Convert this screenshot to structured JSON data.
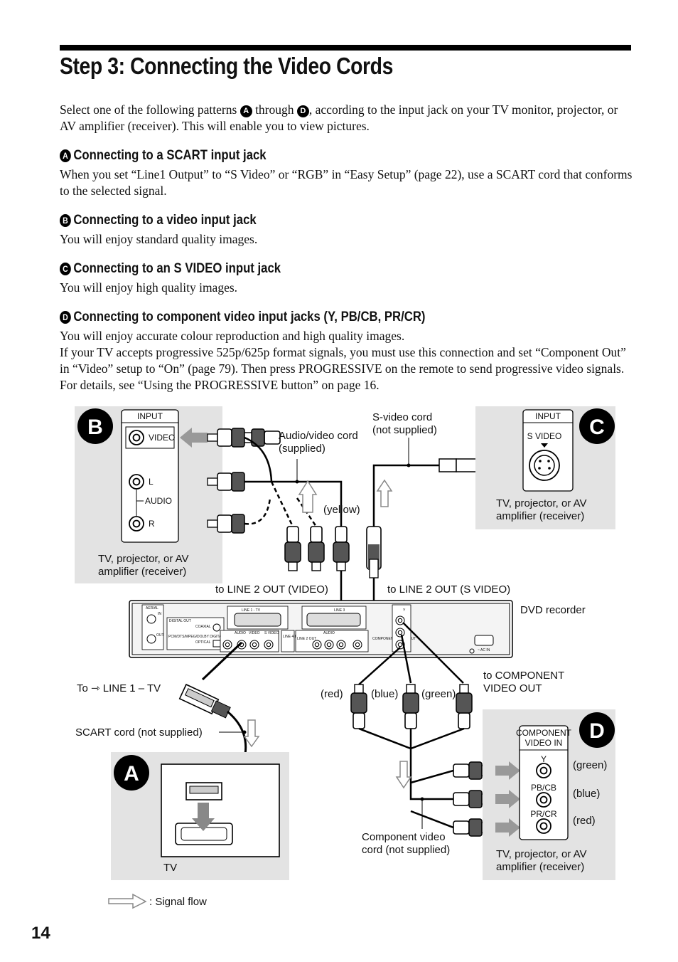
{
  "title": "Step 3: Connecting the Video Cords",
  "intro": {
    "part1": "Select one of the following patterns",
    "letter_a": "A",
    "part2": "through",
    "letter_d": "D",
    "part3": ", according to the input jack on your TV monitor, projector, or AV amplifier (receiver). This will enable you to view pictures."
  },
  "sections": [
    {
      "letter": "A",
      "heading": "Connecting to a SCART input jack",
      "text": "When you set “Line1 Output” to “S Video” or “RGB” in “Easy Setup” (page 22), use a SCART cord that conforms to the selected signal."
    },
    {
      "letter": "B",
      "heading": "Connecting to a video input jack",
      "text": "You will enjoy standard quality images."
    },
    {
      "letter": "C",
      "heading": "Connecting to an S VIDEO input jack",
      "text": "You will enjoy high quality images."
    },
    {
      "letter": "D",
      "heading": "Connecting to component video input jacks (Y, PB/CB, PR/CR)",
      "text1": "You will enjoy accurate colour reproduction and high quality images.",
      "text2": "If your TV accepts progressive 525p/625p format signals, you must use this connection and set “Component Out” in “Video” setup to “On” (page 79). Then press PROGRESSIVE on the remote to send progressive video signals. For details, see “Using the PROGRESSIVE button” on page 16."
    }
  ],
  "diagram": {
    "panel_b": {
      "letter": "B",
      "input_title": "INPUT",
      "video": "VIDEO",
      "l": "L",
      "audio": "AUDIO",
      "r": "R",
      "device": "TV, projector, or AV",
      "device2": "amplifier (receiver)"
    },
    "panel_c": {
      "letter": "C",
      "input_title": "INPUT",
      "svideo": "S VIDEO",
      "device": "TV, projector, or AV",
      "device2": "amplifier (receiver)"
    },
    "panel_a": {
      "letter": "A",
      "tv": "TV"
    },
    "panel_d": {
      "letter": "D",
      "comp1": "COMPONENT",
      "comp2": "VIDEO IN",
      "y": "Y",
      "pb": "PB/CB",
      "pr": "PR/CR",
      "green": "(green)",
      "blue": "(blue)",
      "red": "(red)",
      "device": "TV, projector, or AV",
      "device2": "amplifier (receiver)"
    },
    "labels": {
      "av_cord1": "Audio/video cord",
      "av_cord2": "(supplied)",
      "svideo_cord1": "S-video cord",
      "svideo_cord2": "(not supplied)",
      "yellow": "(yellow)",
      "line2_video": "to LINE 2 OUT (VIDEO)",
      "line2_svideo": "to LINE 2 OUT (S VIDEO)",
      "dvd_recorder": "DVD recorder",
      "to_line1": "To ⇾ LINE 1 – TV",
      "scart_cord": "SCART cord (not supplied)",
      "to_component1": "to COMPONENT",
      "to_component2": "VIDEO OUT",
      "red": "(red)",
      "blue": "(blue)",
      "green": "(green)",
      "component_cord1": "Component video",
      "component_cord2": "cord (not supplied)",
      "signal_flow": ": Signal flow"
    },
    "recorder": {
      "aerial": "AERIAL",
      "in": "IN",
      "out": "OUT",
      "digital_out": "DIGITAL OUT",
      "coaxial": "COAXIAL",
      "pcm": "PCM/DTS/MPEG/DOLBY DIGITAL",
      "optical": "OPTICAL",
      "line1_tv": "LINE 1 - TV",
      "line3": "LINE 3",
      "audio": "AUDIO",
      "video": "VIDEO",
      "svideo": "S VIDEO",
      "line4": "LINE 4 IN",
      "line2": "LINE 2 OUT",
      "component": "COMPONENT VIDEO OUT",
      "y": "Y",
      "acin": "~ AC IN"
    }
  },
  "page_number": "14"
}
